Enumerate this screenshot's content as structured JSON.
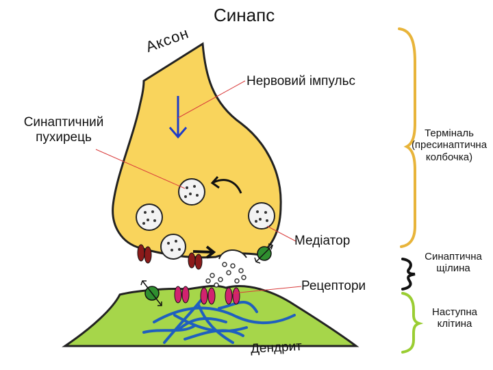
{
  "diagram": {
    "title": "Синапс",
    "labels": {
      "axon": "Аксон",
      "nerve_impulse": "Нервовий імпульс",
      "synaptic_vesicle": [
        "Синаптичний",
        "пухирець"
      ],
      "terminal": [
        "Терміналь",
        "(пресинаптична",
        "колбочка)"
      ],
      "mediator": "Медіатор",
      "receptors": "Рецептори",
      "dendrite": "Дендрит",
      "synaptic_cleft": [
        "Синаптична",
        "щілина"
      ],
      "next_cell": [
        "Наступна",
        "клітина"
      ]
    },
    "colors": {
      "terminal_fill": "#f9d45c",
      "dendrite_fill": "#a6d64a",
      "fibers": "#1f5fbf",
      "receptor": "#d1236f",
      "channel": "#8b1a1a",
      "transporter": "#2f8f2f",
      "bracket_terminal": "#e8b43a",
      "bracket_cleft": "#111111",
      "bracket_next": "#9acd32",
      "impulse_arrow": "#1e3cc8",
      "leader_lines": "#d93b3b"
    }
  }
}
